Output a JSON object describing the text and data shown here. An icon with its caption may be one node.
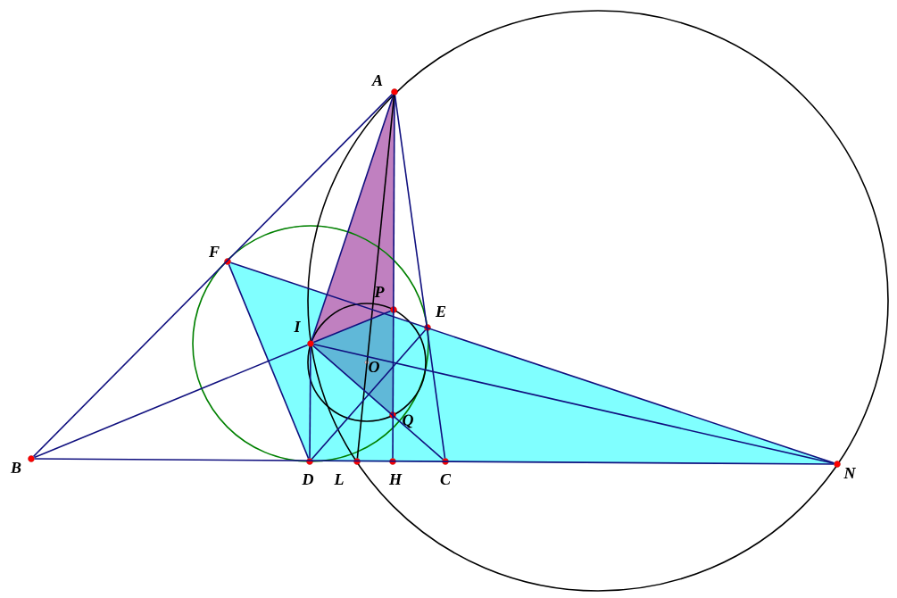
{
  "diagram": {
    "nodes": [
      {
        "text": [
          "A"
        ]
      },
      {
        "text": [
          "B"
        ]
      },
      {
        "text": [
          "C"
        ]
      },
      {
        "text": [
          "D"
        ]
      },
      {
        "text": [
          "E"
        ]
      },
      {
        "text": [
          "F"
        ]
      },
      {
        "text": [
          "H"
        ]
      },
      {
        "text": [
          "I"
        ]
      },
      {
        "text": [
          "L"
        ]
      },
      {
        "text": [
          "N"
        ]
      },
      {
        "text": [
          "O"
        ]
      },
      {
        "text": [
          "P"
        ]
      },
      {
        "text": [
          "Q"
        ]
      }
    ],
    "edges": [
      {
        "from": 0,
        "to": 1,
        "arrow": "none"
      },
      {
        "from": 0,
        "to": 2,
        "arrow": "none"
      },
      {
        "from": 0,
        "to": 7,
        "arrow": "none"
      },
      {
        "from": 0,
        "to": 6,
        "arrow": "none"
      },
      {
        "from": 0,
        "to": 8,
        "arrow": "none",
        "color": "#000000"
      },
      {
        "from": 1,
        "to": 9,
        "arrow": "none"
      },
      {
        "from": 5,
        "to": 9,
        "arrow": "none"
      },
      {
        "from": 5,
        "to": 3,
        "arrow": "none"
      },
      {
        "from": 7,
        "to": 1,
        "arrow": "none"
      },
      {
        "from": 7,
        "to": 9,
        "arrow": "none"
      },
      {
        "from": 7,
        "to": 11,
        "arrow": "none"
      },
      {
        "from": 7,
        "to": 2,
        "arrow": "none"
      },
      {
        "from": 7,
        "to": 3,
        "arrow": "none"
      },
      {
        "from": 3,
        "to": 4,
        "arrow": "none"
      }
    ]
  }
}
